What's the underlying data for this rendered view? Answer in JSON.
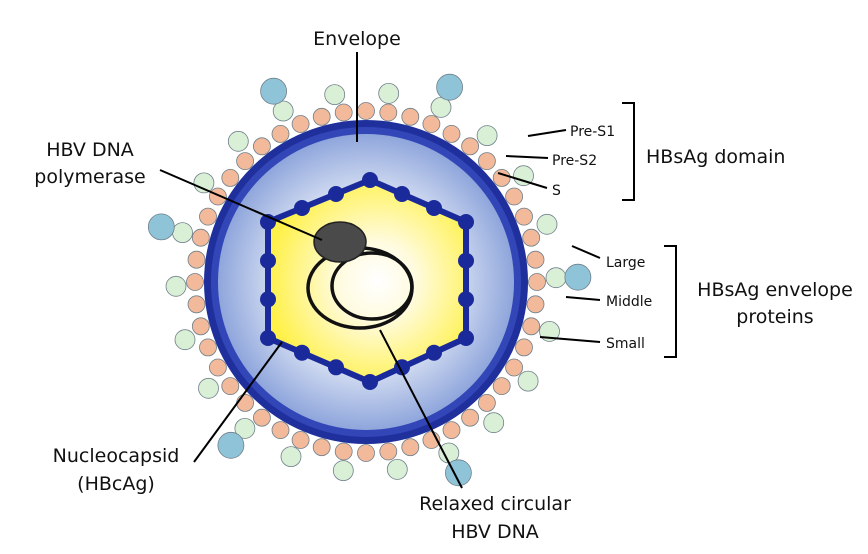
{
  "labels": {
    "envelope": "Envelope",
    "polymerase_line1": "HBV DNA",
    "polymerase_line2": "polymerase",
    "pre_s1": "Pre-S1",
    "pre_s2": "Pre-S2",
    "s": "S",
    "hbsag_domain": "HBsAg domain",
    "large": "Large",
    "middle": "Middle",
    "small": "Small",
    "envelope_proteins_line1": "HBsAg envelope",
    "envelope_proteins_line2": "proteins",
    "nucleocapsid_line1": "Nucleocapsid",
    "nucleocapsid_line2": "(HBcAg)",
    "dna_line1": "Relaxed circular",
    "dna_line2": "HBV DNA"
  },
  "colors": {
    "outer_membrane": "#1f2f9c",
    "envelope_fill": "#9fb3e0",
    "membrane_beads": "#f2b99a",
    "middle_protein": "#d9efd6",
    "large_protein": "#8fc4d8",
    "capsid": "#1a2a9a",
    "core_fill": "#fff35a",
    "polymerase": "#4a4a4a"
  }
}
